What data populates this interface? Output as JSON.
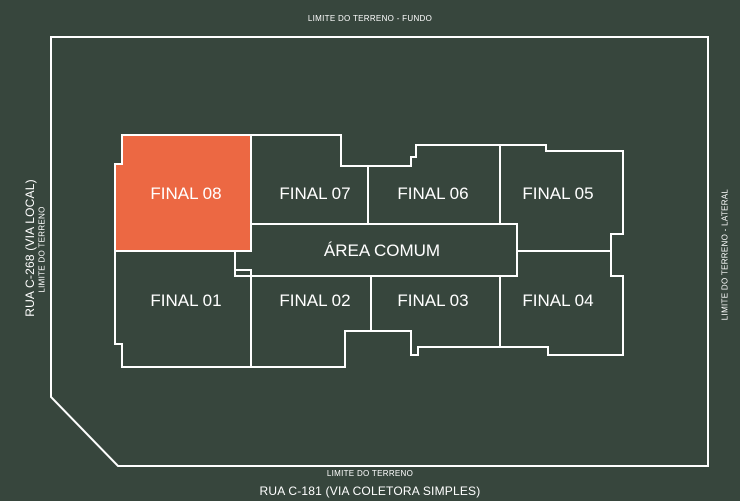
{
  "colors": {
    "background": "#37463d",
    "lines": "#ffffff",
    "highlight": "#ec6843",
    "text": "#ffffff"
  },
  "boundary_labels": {
    "top": "LIMITE DO TERRENO - FUNDO",
    "right": "LIMITE DO TERRENO - LATERAL",
    "left": "LIMITE DO TERRENO",
    "bottom": "LIMITE DO TERRENO"
  },
  "street_labels": {
    "left": "RUA C-268 (VIA LOCAL)",
    "bottom": "RUA C-181 (VIA COLETORA SIMPLES)"
  },
  "units": {
    "final_08": {
      "label": "FINAL 08",
      "highlighted": true
    },
    "final_07": {
      "label": "FINAL 07"
    },
    "final_06": {
      "label": "FINAL 06"
    },
    "final_05": {
      "label": "FINAL 05"
    },
    "area_comum": {
      "label": "ÁREA COMUM"
    },
    "final_01": {
      "label": "FINAL 01"
    },
    "final_02": {
      "label": "FINAL 02"
    },
    "final_03": {
      "label": "FINAL 03"
    },
    "final_04": {
      "label": "FINAL 04"
    }
  }
}
